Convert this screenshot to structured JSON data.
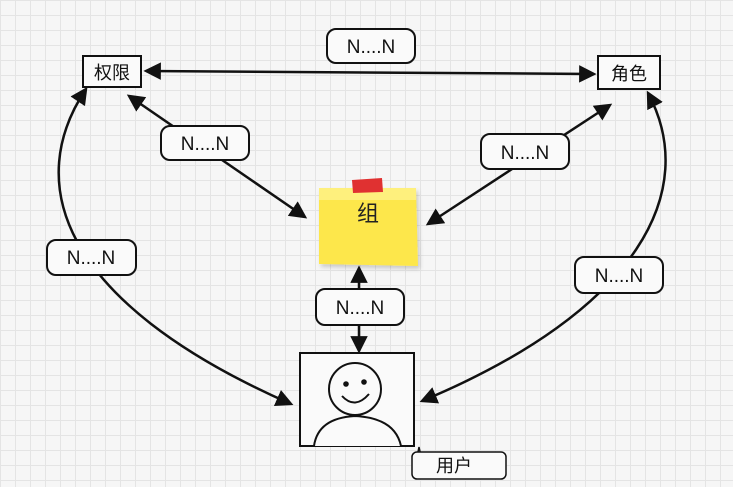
{
  "nodes": {
    "permission": "权限",
    "role": "角色",
    "group": "组",
    "user": "用户"
  },
  "relations": {
    "permission_role": "N....N",
    "permission_group": "N....N",
    "role_group": "N....N",
    "permission_user": "N....N",
    "role_user": "N....N",
    "group_user": "N....N"
  },
  "colors": {
    "sticky_note": "#fde74c",
    "sticky_tape": "#e03131",
    "stroke": "#111111"
  },
  "icons": {
    "user_avatar": "smiley-person-icon"
  }
}
